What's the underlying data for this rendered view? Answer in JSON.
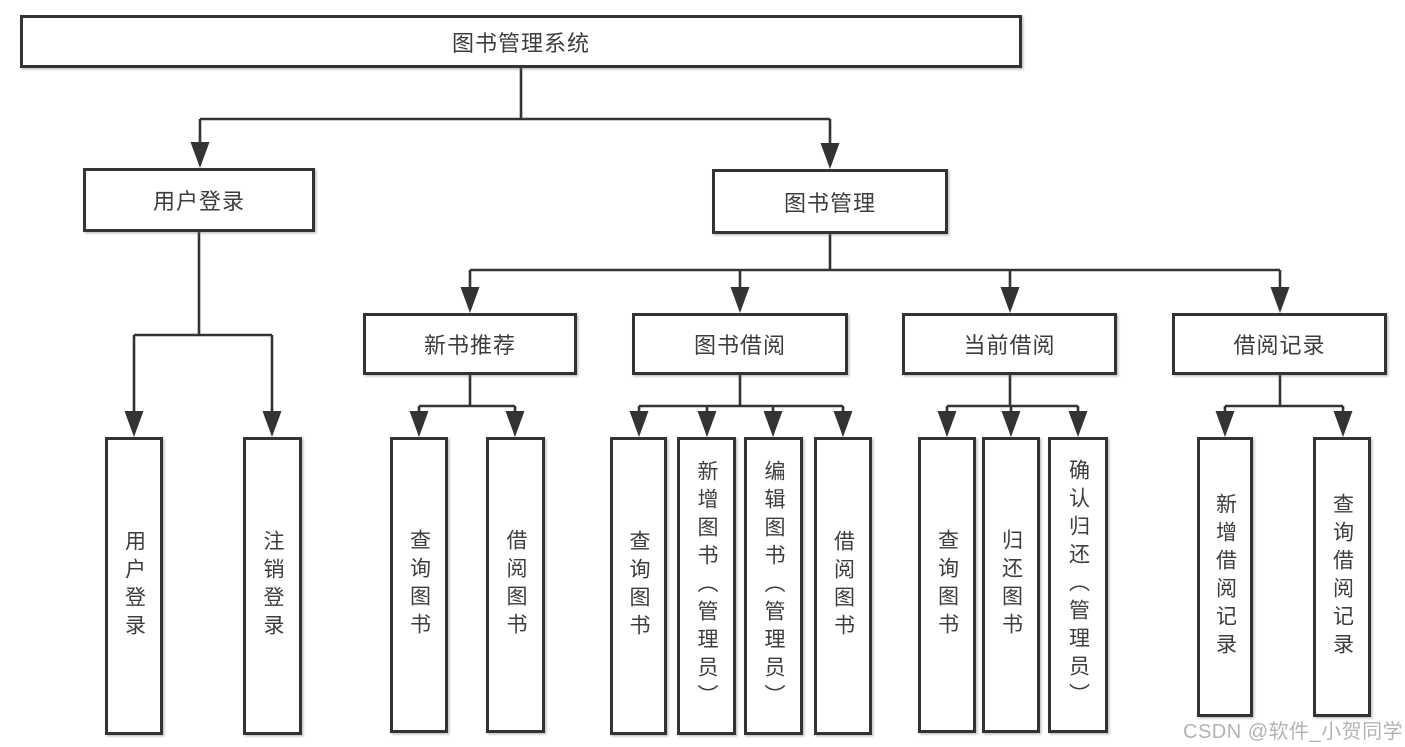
{
  "diagram": {
    "root": {
      "label": "图书管理系统"
    },
    "level2": {
      "user_login": {
        "label": "用户登录"
      },
      "book_management": {
        "label": "图书管理"
      }
    },
    "level3": {
      "new_book_recommend": {
        "label": "新书推荐"
      },
      "book_borrowing": {
        "label": "图书借阅"
      },
      "current_borrowing": {
        "label": "当前借阅"
      },
      "borrowing_records": {
        "label": "借阅记录"
      }
    },
    "leaves": {
      "user_login": {
        "label": "用户登录"
      },
      "logout": {
        "label": "注销登录"
      },
      "query_books_recommend": {
        "label": "查询图书"
      },
      "borrow_books_recommend": {
        "label": "借阅图书"
      },
      "query_books_borrowing": {
        "label": "查询图书"
      },
      "add_books_admin": {
        "label": "新增图书（管理员）"
      },
      "edit_books_admin": {
        "label": "编辑图书（管理员）"
      },
      "borrow_books_borrowing": {
        "label": "借阅图书"
      },
      "query_books_current": {
        "label": "查询图书"
      },
      "return_books": {
        "label": "归还图书"
      },
      "confirm_return_admin": {
        "label": "确认归还（管理员）"
      },
      "add_borrow_record": {
        "label": "新增借阅记录"
      },
      "query_borrow_record": {
        "label": "查询借阅记录"
      }
    }
  },
  "watermark": {
    "text": "CSDN @软件_小贺同学"
  },
  "colors": {
    "line": "#333333",
    "box_border": "#333333",
    "box_fill": "#ffffff",
    "text": "#3d3d3d",
    "watermark": "#b3b3b3",
    "background": "#ffffff"
  }
}
